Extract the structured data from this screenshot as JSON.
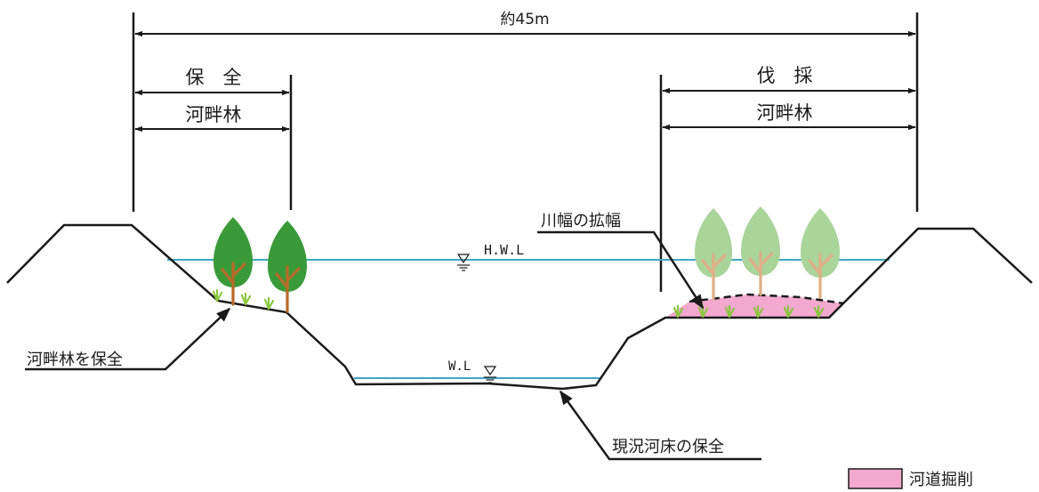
{
  "dimension": {
    "total_width": "約45m"
  },
  "left_zone": {
    "action": "保　全",
    "type": "河畔林"
  },
  "right_zone": {
    "action": "伐　採",
    "type": "河畔林"
  },
  "water_levels": {
    "hwl": "H.W.L",
    "wl": "W.L"
  },
  "annotations": {
    "left_forest": "河畔林を保全",
    "widening": "川幅の拡幅",
    "riverbed": "現況河床の保全"
  },
  "legend": {
    "excavation": "河道掘削"
  },
  "colors": {
    "water_line": "#3fa7c4",
    "excavation_fill": "#f2a8cf",
    "tree_existing": "#3a9a3a",
    "tree_removed": "#a9d49a",
    "trunk_existing": "#b86a2a",
    "trunk_removed": "#e1ae86",
    "grass": "#8cc63e"
  }
}
